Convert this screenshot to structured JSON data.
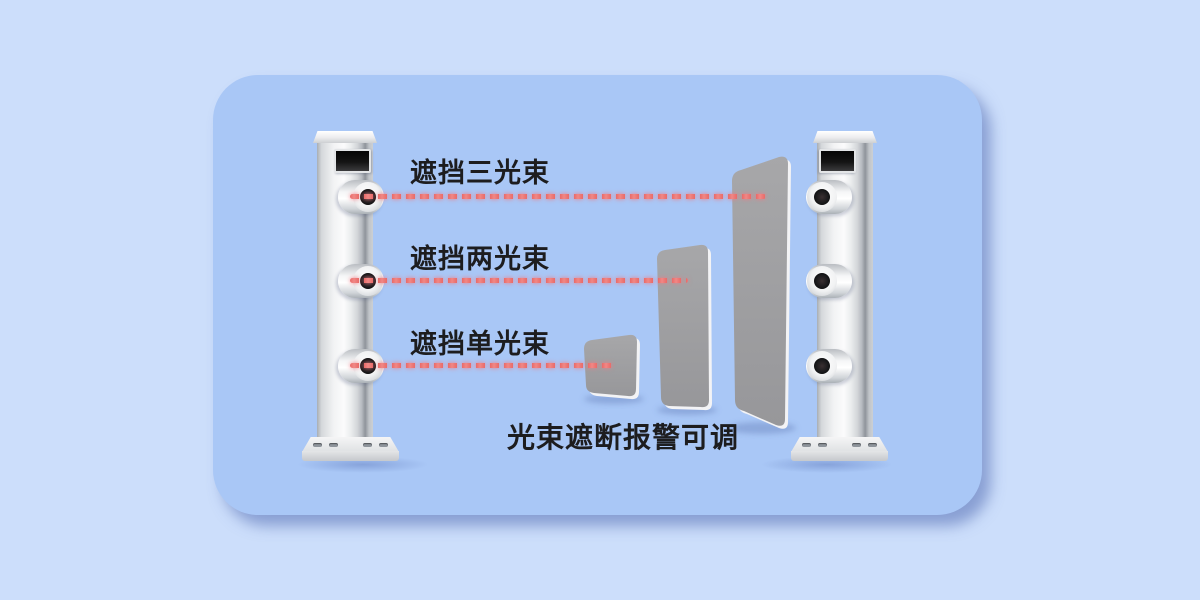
{
  "page": {
    "background_color": "#ccdefb",
    "card_color": "#a9c7f6"
  },
  "diagram": {
    "beam_labels": [
      {
        "id": "three",
        "text": "遮挡三光束"
      },
      {
        "id": "two",
        "text": "遮挡两光束"
      },
      {
        "id": "single",
        "text": "遮挡单光束"
      }
    ],
    "caption": "光束遮断报警可调",
    "beam_color": "#e96a68",
    "blocker_panel_color": "#9c9c9c",
    "tower_color": "#e9ebee",
    "label_text_color": "#1d1d1f"
  }
}
